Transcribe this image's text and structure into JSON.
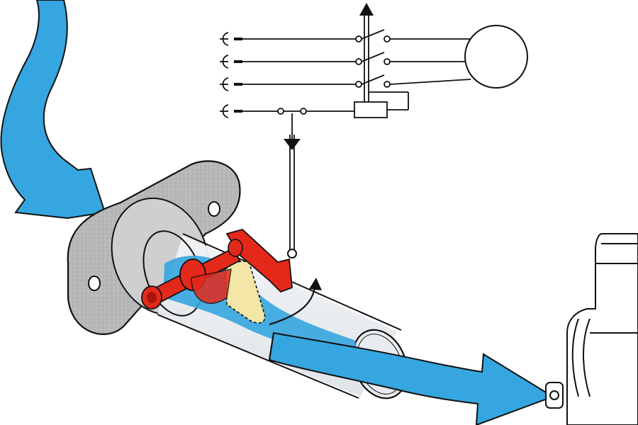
{
  "diagram": {
    "type": "flow-switch-illustration",
    "labels": [],
    "colors": {
      "flow_arrow": "#35a6df",
      "flow_arrow_dark": "#1e7fbf",
      "paddle": "#e4291b",
      "paddle_dark": "#a8150c",
      "flange": "#b9b9bb",
      "pipe": "#e6eaee",
      "vane": "#f3e6a6",
      "line": "#111111"
    },
    "circuit": {
      "supply_lines": 4,
      "contacts": 3,
      "has_motor": true,
      "has_contactor_coil": true
    }
  }
}
